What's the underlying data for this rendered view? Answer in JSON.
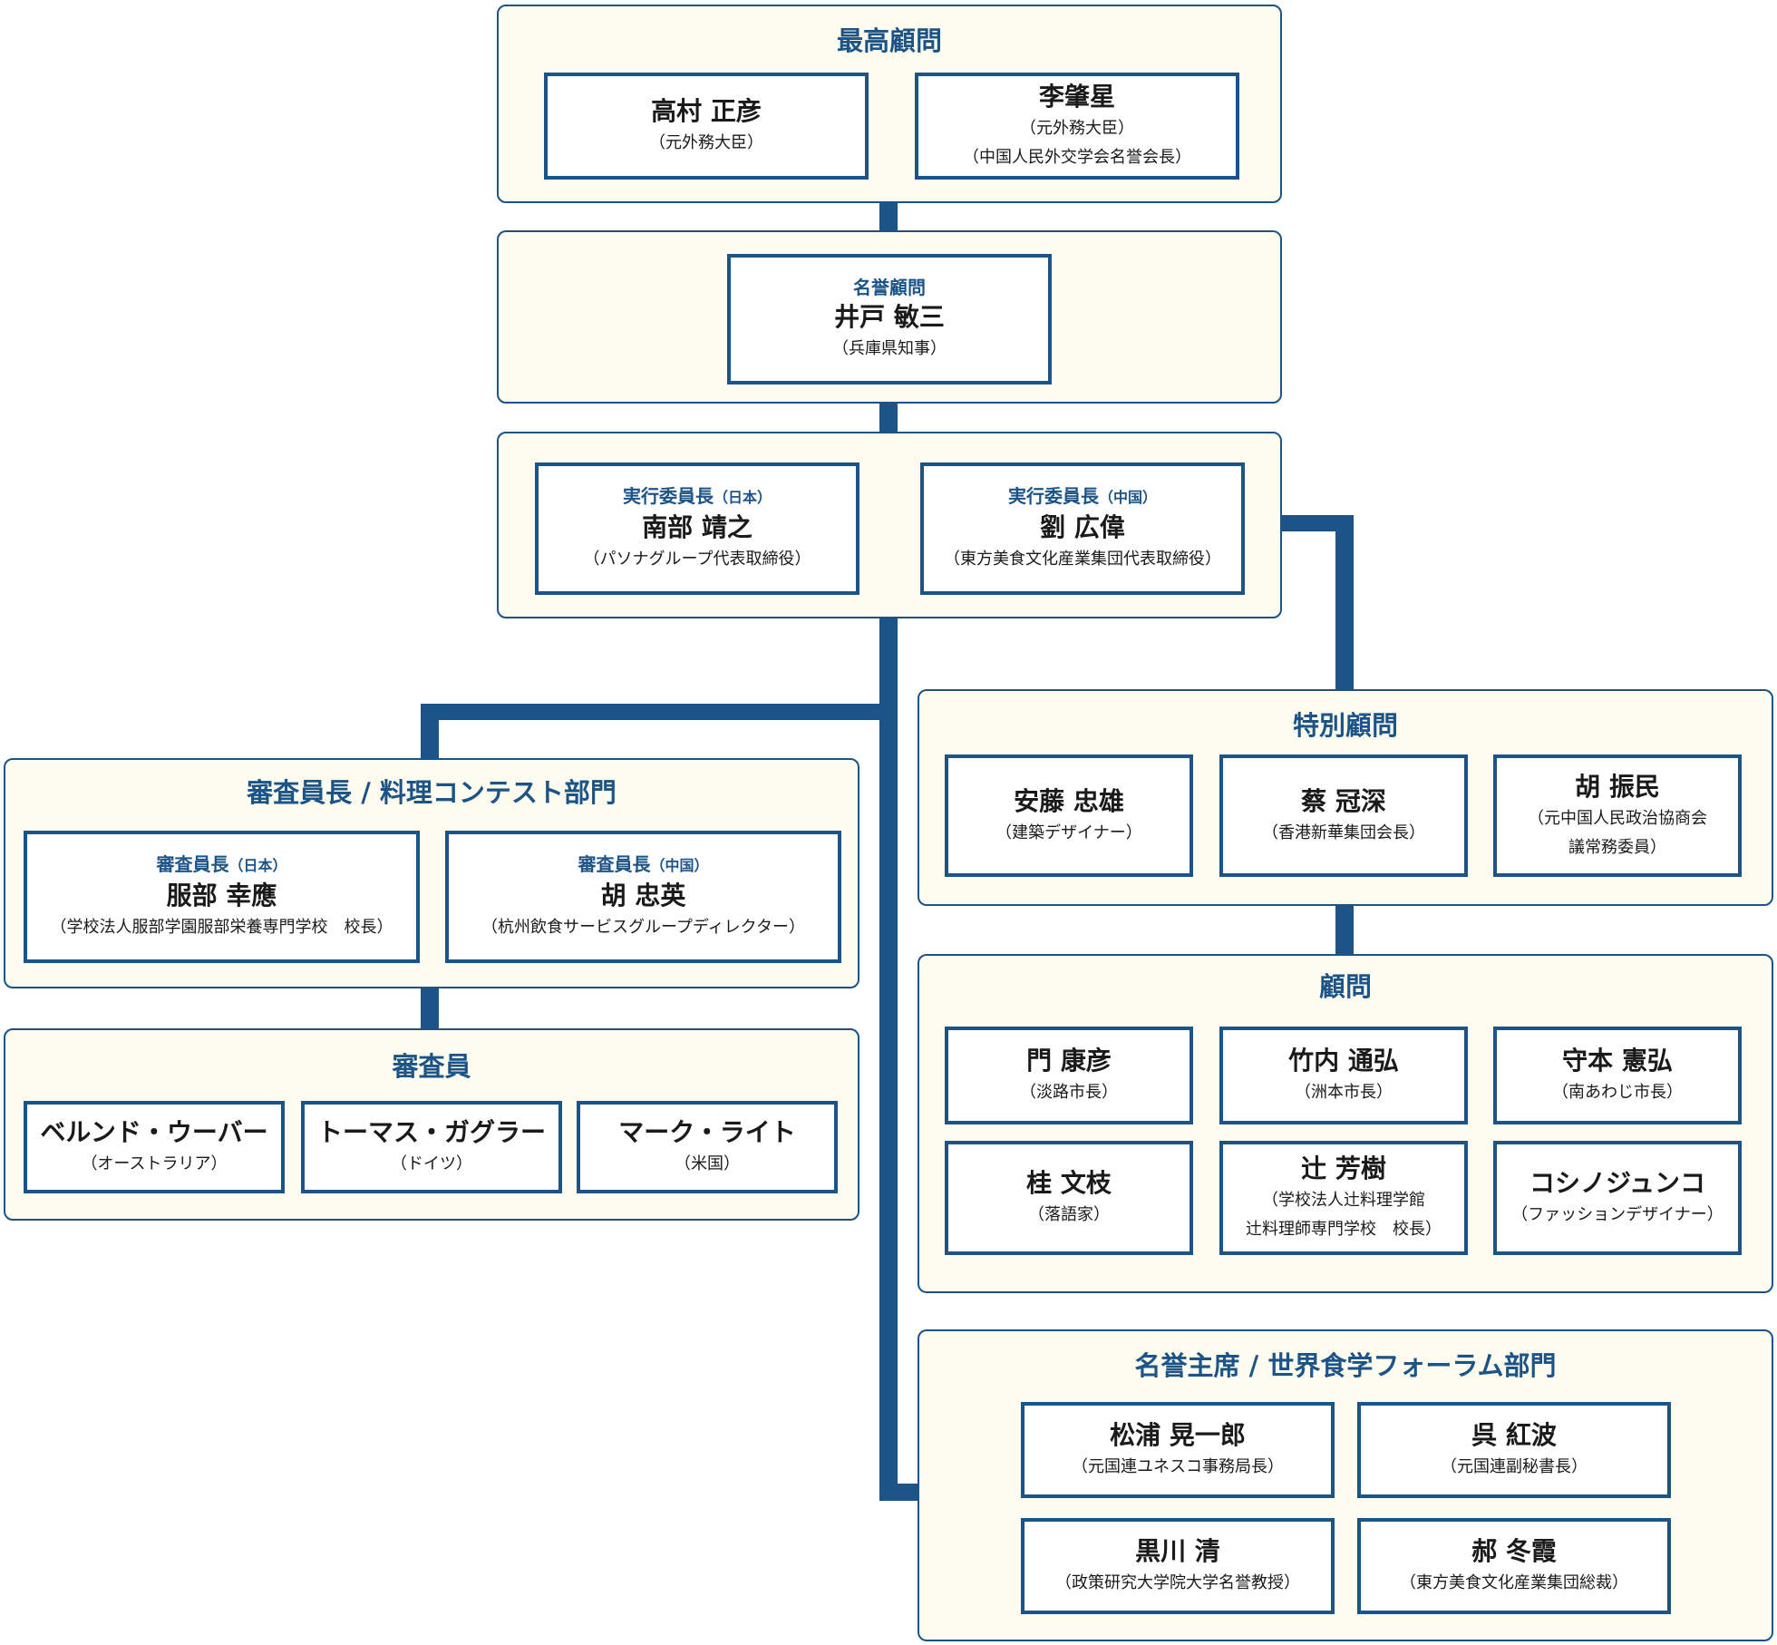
{
  "supreme_advisors": {
    "title": "最高顧問",
    "members": [
      {
        "name": "高村 正彦",
        "affiliation": [
          "（元外務大臣）"
        ]
      },
      {
        "name": "李肇星",
        "affiliation": [
          "（元外務大臣）",
          "（中国人民外交学会名誉会長）"
        ]
      }
    ]
  },
  "honorary_advisor": {
    "role": "名誉顧問",
    "name": "井戸 敏三",
    "affiliation": [
      "（兵庫県知事）"
    ]
  },
  "executive_chairs": [
    {
      "role": "実行委員長",
      "role_suffix": "（日本）",
      "name": "南部 靖之",
      "affiliation": [
        "（パソナグループ代表取締役）"
      ]
    },
    {
      "role": "実行委員長",
      "role_suffix": "（中国）",
      "name": "劉 広偉",
      "affiliation": [
        "（東方美食文化産業集団代表取締役）"
      ]
    }
  ],
  "chief_judges": {
    "title": "審査員長 / 料理コンテスト部門",
    "members": [
      {
        "role": "審査員長",
        "role_suffix": "（日本）",
        "name": "服部 幸應",
        "affiliation": [
          "（学校法人服部学園服部栄養専門学校　校長）"
        ]
      },
      {
        "role": "審査員長",
        "role_suffix": "（中国）",
        "name": "胡 忠英",
        "affiliation": [
          "（杭州飲食サービスグループディレクター）"
        ]
      }
    ]
  },
  "judges": {
    "title": "審査員",
    "members": [
      {
        "name": "ベルンド・ウーバー",
        "affiliation": [
          "（オーストラリア）"
        ]
      },
      {
        "name": "トーマス・ガグラー",
        "affiliation": [
          "（ドイツ）"
        ]
      },
      {
        "name": "マーク・ライト",
        "affiliation": [
          "（米国）"
        ]
      }
    ]
  },
  "special_advisors": {
    "title": "特別顧問",
    "members": [
      {
        "name": "安藤 忠雄",
        "affiliation": [
          "（建築デザイナー）"
        ]
      },
      {
        "name": "蔡 冠深",
        "affiliation": [
          "（香港新華集団会長）"
        ]
      },
      {
        "name": "胡 振民",
        "affiliation": [
          "（元中国人民政治協商会",
          "議常務委員）"
        ]
      }
    ]
  },
  "advisors": {
    "title": "顧問",
    "members": [
      {
        "name": "門 康彦",
        "affiliation": [
          "（淡路市長）"
        ]
      },
      {
        "name": "竹内 通弘",
        "affiliation": [
          "（洲本市長）"
        ]
      },
      {
        "name": "守本 憲弘",
        "affiliation": [
          "（南あわじ市長）"
        ]
      },
      {
        "name": "桂 文枝",
        "affiliation": [
          "（落語家）"
        ]
      },
      {
        "name": "辻 芳樹",
        "affiliation": [
          "（学校法人辻料理学館",
          "辻料理師専門学校　校長）"
        ]
      },
      {
        "name": "コシノジュンコ",
        "affiliation": [
          "（ファッションデザイナー）"
        ]
      }
    ]
  },
  "forum_chairs": {
    "title": "名誉主席 / 世界食学フォーラム部門",
    "members": [
      {
        "name": "松浦 晃一郎",
        "affiliation": [
          "（元国連ユネスコ事務局長）"
        ]
      },
      {
        "name": "呉 紅波",
        "affiliation": [
          "（元国連副秘書長）"
        ]
      },
      {
        "name": "黒川 清",
        "affiliation": [
          "（政策研究大学院大学名誉教授）"
        ]
      },
      {
        "name": "郝 冬霞",
        "affiliation": [
          "（東方美食文化産業集団総裁）"
        ]
      }
    ]
  },
  "colors": {
    "accent": "#1d5488",
    "panel_bg": "#fdfcee"
  }
}
